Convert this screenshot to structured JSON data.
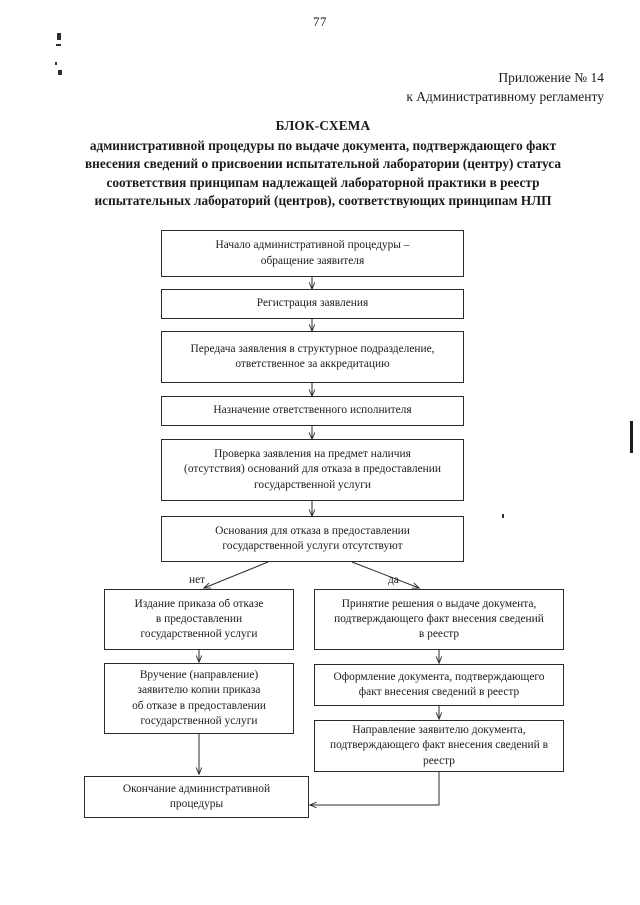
{
  "page": {
    "number": "77"
  },
  "appendix": {
    "line1": "Приложение № 14",
    "line2": "к Административному регламенту"
  },
  "title": {
    "headline": "БЛОК-СХЕМА",
    "line1": "административной процедуры по выдаче документа, подтверждающего факт",
    "line2": "внесения сведений о присвоении испытательной лаборатории (центру) статуса",
    "line3": "соответствия принципам надлежащей лабораторной практики в реестр",
    "line4": "испытательных лабораторий (центров), соответствующих принципам НЛП"
  },
  "chart_data": {
    "type": "flowchart",
    "title": "БЛОК-СХЕМА административной процедуры по выдаче документа",
    "nodes": [
      {
        "id": "start",
        "lines": [
          "Начало административной процедуры –",
          "обращение заявителя"
        ]
      },
      {
        "id": "registration",
        "lines": [
          "Регистрация заявления"
        ]
      },
      {
        "id": "transfer",
        "lines": [
          "Передача заявления в структурное подразделение,",
          "ответственное за аккредитацию"
        ]
      },
      {
        "id": "assign",
        "lines": [
          "Назначение ответственного исполнителя"
        ]
      },
      {
        "id": "check",
        "lines": [
          "Проверка заявления на предмет наличия",
          "(отсутствия) оснований для отказа в предоставлении",
          "государственной услуги"
        ]
      },
      {
        "id": "decision",
        "lines": [
          "Основания для отказа в предоставлении",
          "государственной услуги отсутствуют"
        ]
      },
      {
        "id": "refusal-order",
        "lines": [
          "Издание приказа об отказе",
          "в предоставлении",
          "государственной услуги"
        ]
      },
      {
        "id": "approve-decision",
        "lines": [
          "Принятие решения о выдаче документа,",
          "подтверждающего факт внесения сведений",
          "в реестр"
        ]
      },
      {
        "id": "deliver-refusal",
        "lines": [
          "Вручение (направление)",
          "заявителю копии приказа",
          "об отказе в предоставлении",
          "государственной услуги"
        ]
      },
      {
        "id": "issue-document",
        "lines": [
          "Оформление документа, подтверждающего",
          "факт внесения сведений в реестр"
        ]
      },
      {
        "id": "send-document",
        "lines": [
          "Направление заявителю документа,",
          "подтверждающего факт внесения сведений в",
          "реестр"
        ]
      },
      {
        "id": "end",
        "lines": [
          "Окончание административной",
          "процедуры"
        ]
      }
    ],
    "branch_labels": {
      "no": "нет",
      "yes": "да"
    },
    "edges": [
      {
        "from": "start",
        "to": "registration",
        "label": ""
      },
      {
        "from": "registration",
        "to": "transfer",
        "label": ""
      },
      {
        "from": "transfer",
        "to": "assign",
        "label": ""
      },
      {
        "from": "assign",
        "to": "check",
        "label": ""
      },
      {
        "from": "check",
        "to": "decision",
        "label": ""
      },
      {
        "from": "decision",
        "to": "refusal-order",
        "label": "нет"
      },
      {
        "from": "decision",
        "to": "approve-decision",
        "label": "да"
      },
      {
        "from": "refusal-order",
        "to": "deliver-refusal",
        "label": ""
      },
      {
        "from": "approve-decision",
        "to": "issue-document",
        "label": ""
      },
      {
        "from": "issue-document",
        "to": "send-document",
        "label": ""
      },
      {
        "from": "deliver-refusal",
        "to": "end",
        "label": ""
      },
      {
        "from": "send-document",
        "to": "end",
        "label": ""
      }
    ]
  },
  "nodes": {
    "start": {
      "l0": "Начало административной процедуры –",
      "l1": "обращение заявителя"
    },
    "registration": {
      "l0": "Регистрация заявления"
    },
    "transfer": {
      "l0": "Передача заявления в структурное подразделение,",
      "l1": "ответственное за аккредитацию"
    },
    "assign": {
      "l0": "Назначение ответственного исполнителя"
    },
    "check": {
      "l0": "Проверка заявления на предмет наличия",
      "l1": "(отсутствия) оснований для отказа в предоставлении",
      "l2": "государственной услуги"
    },
    "decision": {
      "l0": "Основания для отказа в предоставлении",
      "l1": "государственной услуги отсутствуют"
    },
    "refusalOrder": {
      "l0": "Издание приказа об отказе",
      "l1": "в предоставлении",
      "l2": "государственной услуги"
    },
    "approveDecision": {
      "l0": "Принятие решения о выдаче документа,",
      "l1": "подтверждающего факт внесения сведений",
      "l2": "в реестр"
    },
    "deliverRefusal": {
      "l0": "Вручение (направление)",
      "l1": "заявителю копии приказа",
      "l2": "об отказе в предоставлении",
      "l3": "государственной услуги"
    },
    "issueDocument": {
      "l0": "Оформление документа, подтверждающего",
      "l1": "факт внесения сведений в реестр"
    },
    "sendDocument": {
      "l0": "Направление заявителю документа,",
      "l1": "подтверждающего факт внесения сведений в",
      "l2": "реестр"
    },
    "end": {
      "l0": "Окончание административной",
      "l1": "процедуры"
    }
  },
  "labels": {
    "no": "нет",
    "yes": "да"
  }
}
